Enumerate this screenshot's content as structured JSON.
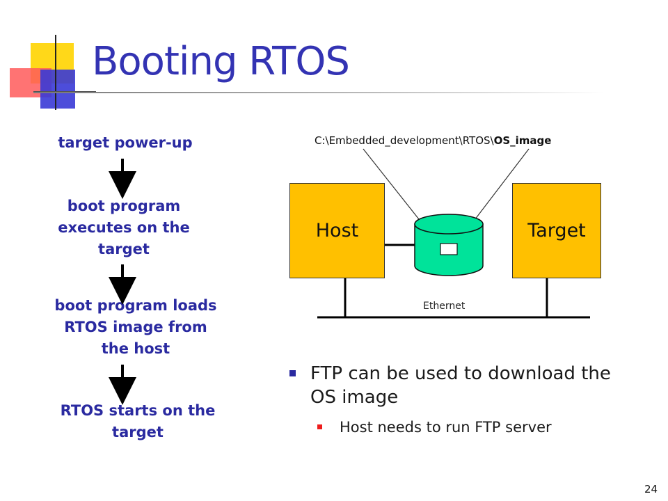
{
  "slide": {
    "title": "Booting RTOS",
    "page_number": "24"
  },
  "flowchart": {
    "steps": [
      "target power-up",
      "boot program\nexecutes on the\ntarget",
      "boot program loads\nRTOS image from\nthe host",
      "RTOS starts on the\ntarget"
    ]
  },
  "diagram": {
    "path_prefix": "C:\\Embedded_development\\RTOS\\",
    "path_file": "OS_image",
    "host_label": "Host",
    "target_label": "Target",
    "network_label": "Ethernet",
    "colors": {
      "box_fill": "#ffc000",
      "disk_fill": "#00e39a",
      "title": "#3333b3",
      "flow_text": "#2a2aa0"
    }
  },
  "bullets": {
    "main": "FTP can be used to download the OS image",
    "sub": "Host needs to run FTP server"
  }
}
